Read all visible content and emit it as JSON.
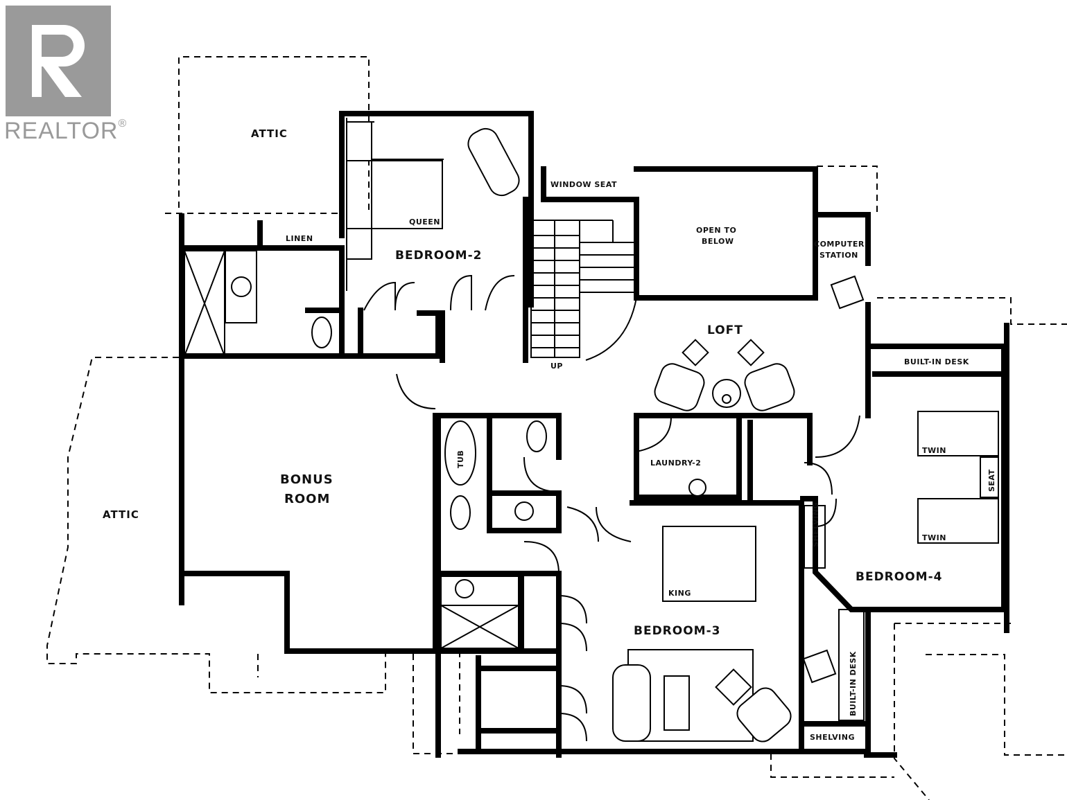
{
  "logo": {
    "text": "REALTOR",
    "mark": "®",
    "color": "#9a9a9a"
  },
  "rooms": {
    "attic_top": "ATTIC",
    "attic_left": "ATTIC",
    "bedroom_2": "BEDROOM-2",
    "bedroom_3": "BEDROOM-3",
    "bedroom_4": "BEDROOM-4",
    "bonus_room_line1": "BONUS",
    "bonus_room_line2": "ROOM",
    "loft": "LOFT",
    "open_to_below_line1": "OPEN TO",
    "open_to_below_line2": "BELOW",
    "laundry": "LAUNDRY-2"
  },
  "fixtures": {
    "window_seat": "WINDOW SEAT",
    "computer_station_line1": "COMPUTER",
    "computer_station_line2": "STATION",
    "built_in_desk_top": "BUILT-IN DESK",
    "built_in_desk_right": "BUILT-IN DESK",
    "queen": "QUEEN",
    "king": "KING",
    "twin_top": "TWIN",
    "twin_bottom": "TWIN",
    "seat": "SEAT",
    "linen": "LINEN",
    "tub": "TUB",
    "shelving": "SHELVING",
    "up": "UP"
  }
}
